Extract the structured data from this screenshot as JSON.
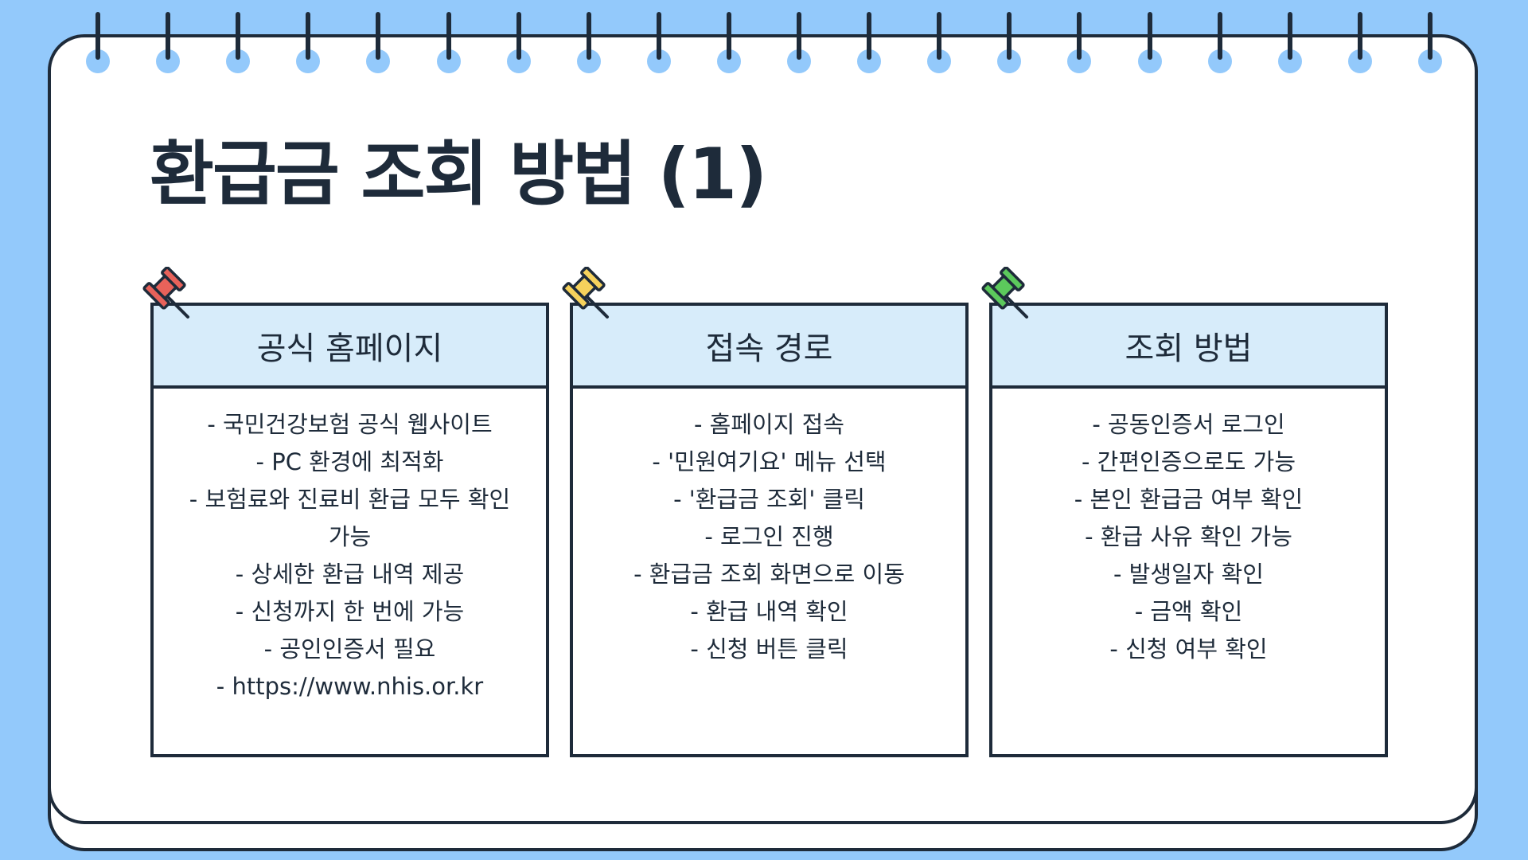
{
  "title": "환급금 조회 방법 (1)",
  "colors": {
    "background": "#93c9fb",
    "ink": "#1e2b3a",
    "header_fill": "#d7ecfa",
    "pin_red": "#e8625a",
    "pin_yellow": "#f6d25c",
    "pin_green": "#5cc95c"
  },
  "cards": [
    {
      "heading": "공식 홈페이지",
      "pin_icon": "pushpin-red-icon",
      "lines": [
        "- 국민건강보험 공식 웹사이트",
        "- PC 환경에 최적화",
        "- 보험료와 진료비 환급 모두 확인",
        "가능",
        "- 상세한 환급 내역 제공",
        "- 신청까지 한 번에 가능",
        "- 공인인증서 필요",
        "- https://www.nhis.or.kr"
      ]
    },
    {
      "heading": "접속 경로",
      "pin_icon": "pushpin-yellow-icon",
      "lines": [
        "- 홈페이지 접속",
        "- '민원여기요' 메뉴 선택",
        "- '환급금 조회' 클릭",
        "- 로그인 진행",
        "- 환급금 조회 화면으로 이동",
        "- 환급 내역 확인",
        "- 신청 버튼 클릭"
      ]
    },
    {
      "heading": "조회 방법",
      "pin_icon": "pushpin-green-icon",
      "lines": [
        "- 공동인증서 로그인",
        "- 간편인증으로도 가능",
        "- 본인 환급금 여부 확인",
        "- 환급 사유 확인 가능",
        "- 발생일자 확인",
        "- 금액 확인",
        "- 신청 여부 확인"
      ]
    }
  ]
}
